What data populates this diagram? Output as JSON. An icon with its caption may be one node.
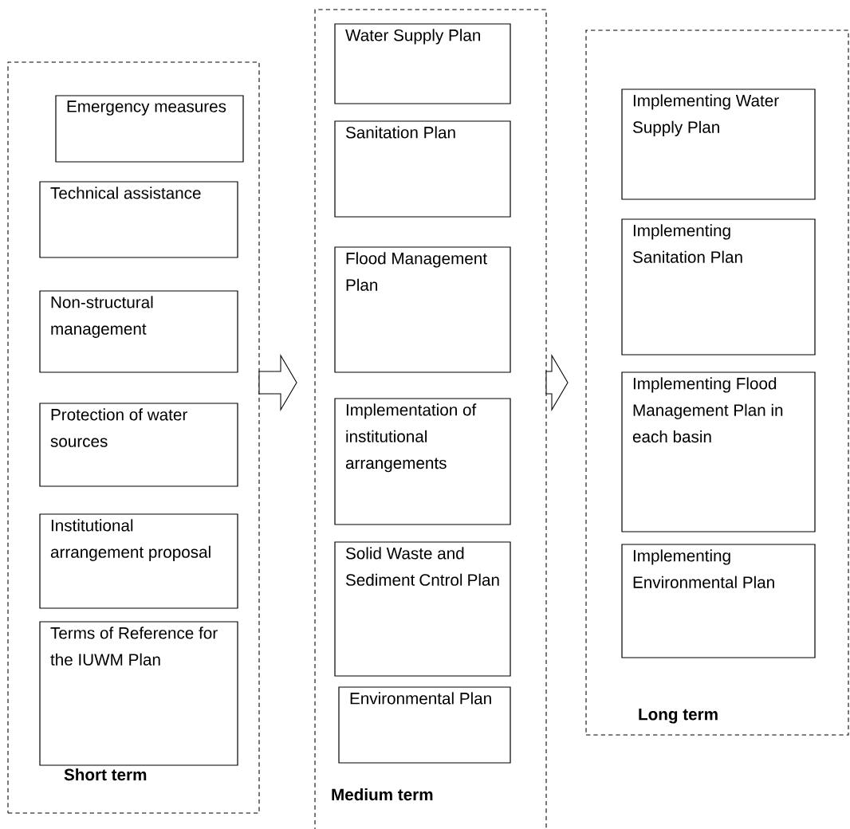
{
  "diagram": {
    "nodes": [
      {
        "text": [
          "Short term"
        ]
      },
      {
        "text": [
          "Emergency measures"
        ],
        "in": 0
      },
      {
        "text": [
          "Technical assistance"
        ],
        "in": 0
      },
      {
        "text": [
          "Non-structural management"
        ],
        "in": 0
      },
      {
        "text": [
          "Protection of water sources"
        ],
        "in": 0
      },
      {
        "text": [
          "Institutional arrangement proposal"
        ],
        "in": 0
      },
      {
        "text": [
          "Terms of Reference for the IUWM Plan"
        ],
        "in": 0
      },
      {
        "text": [
          "Medium term"
        ]
      },
      {
        "text": [
          "Water Supply Plan"
        ],
        "in": 7
      },
      {
        "text": [
          "Sanitation Plan"
        ],
        "in": 7
      },
      {
        "text": [
          "Flood Management Plan"
        ],
        "in": 7
      },
      {
        "text": [
          "Implementation of institutional arrangements"
        ],
        "in": 7
      },
      {
        "text": [
          "Solid Waste and Sediment Cntrol Plan"
        ],
        "in": 7
      },
      {
        "text": [
          "Environmental Plan"
        ],
        "in": 7
      },
      {
        "text": [
          "Long term"
        ]
      },
      {
        "text": [
          "Implementing Water Supply Plan"
        ],
        "in": 14
      },
      {
        "text": [
          "Implementing Sanitation Plan"
        ],
        "in": 14
      },
      {
        "text": [
          "Implementing Flood Management Plan in each basin"
        ],
        "in": 14
      },
      {
        "text": [
          "Implementing Environmental Plan"
        ],
        "in": 14
      }
    ],
    "edges": [
      {
        "from": 0,
        "to": 7,
        "arrow": "to"
      },
      {
        "from": 7,
        "to": 14,
        "arrow": "to"
      }
    ]
  }
}
